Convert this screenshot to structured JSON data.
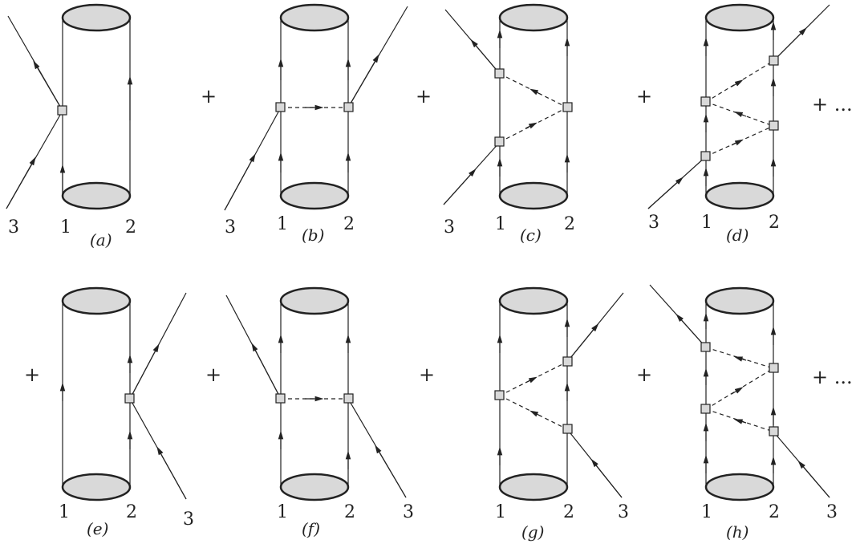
{
  "diagrams": [
    {
      "id": "a",
      "caption": "(a)",
      "labels": [
        "3",
        "1",
        "2"
      ]
    },
    {
      "id": "b",
      "caption": "(b)",
      "labels": [
        "3",
        "1",
        "2"
      ]
    },
    {
      "id": "c",
      "caption": "(c)",
      "labels": [
        "3",
        "1",
        "2"
      ]
    },
    {
      "id": "d",
      "caption": "(d)",
      "labels": [
        "3",
        "1",
        "2"
      ]
    },
    {
      "id": "e",
      "caption": "(e)",
      "labels": [
        "1",
        "2",
        "3"
      ]
    },
    {
      "id": "f",
      "caption": "(f)",
      "labels": [
        "1",
        "2",
        "3"
      ]
    },
    {
      "id": "g",
      "caption": "(g)",
      "labels": [
        "1",
        "2",
        "3"
      ]
    },
    {
      "id": "h",
      "caption": "(h)",
      "labels": [
        "1",
        "2",
        "3"
      ]
    }
  ],
  "operators": {
    "plus": "+",
    "plus_ellipsis": "+ ..."
  }
}
